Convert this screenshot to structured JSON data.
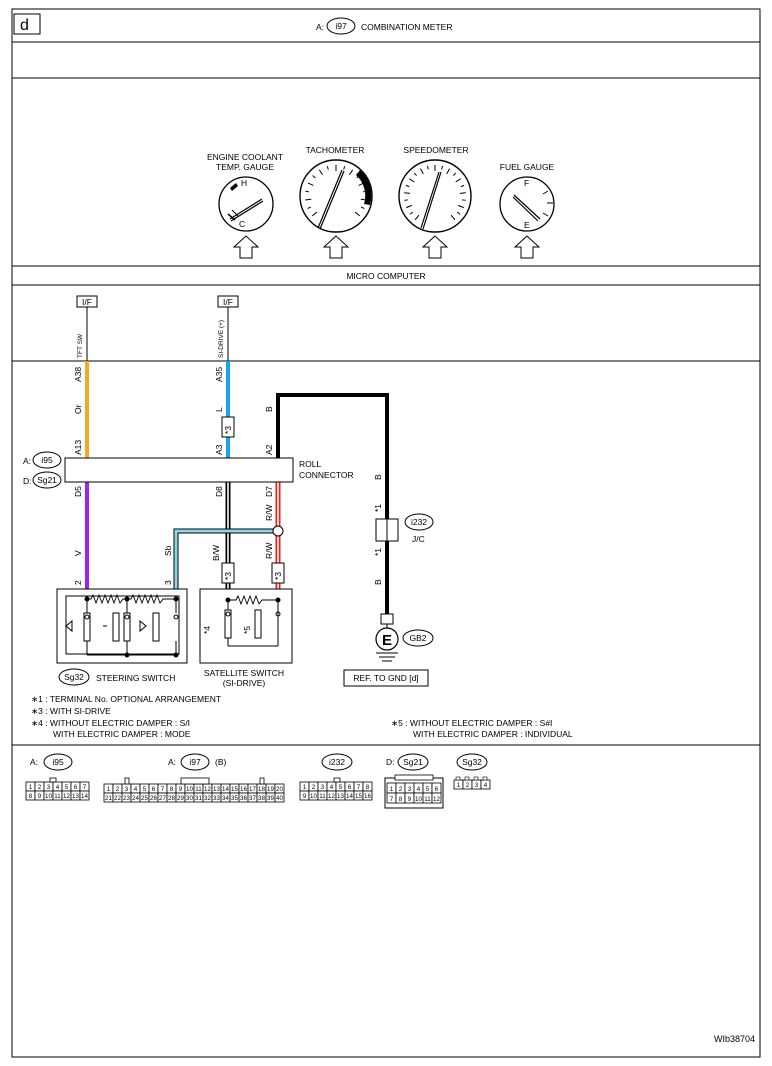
{
  "page": {
    "corner_label": "d",
    "header_prefix": "A:",
    "header_connector": "i97",
    "header_title": "COMBINATION METER",
    "footer_code": "WIb38704"
  },
  "gauges": {
    "coolant_label_1": "ENGINE COOLANT",
    "coolant_label_2": "TEMP. GAUGE",
    "coolant_h": "H",
    "coolant_c": "C",
    "tacho_label": "TACHOMETER",
    "speedo_label": "SPEEDOMETER",
    "fuel_label": "FUEL GAUGE",
    "fuel_f": "F",
    "fuel_e": "E"
  },
  "micro": {
    "label": "MICRO COMPUTER",
    "if_1": "I/F",
    "if_2": "I/F",
    "sig_1": "TFT SW",
    "sig_2": "SI-DRIVE (+)"
  },
  "wires": {
    "w1_top_pin": "A38",
    "w1_color": "Or",
    "w1_mid_pin": "A13",
    "w1_low_pin": "D5",
    "w1_low_color": "V",
    "w1_end_pin": "2",
    "w2_top_pin": "A35",
    "w2_color": "L",
    "w2_mark": "*3",
    "w2_mid_pin": "A3",
    "w2_low_pin": "D8",
    "w2_low_color": "B/W",
    "w2_low_mark": "*3",
    "sb_color": "Sb",
    "sb_pin": "3",
    "w3_color": "B",
    "w3_mid_pin": "A2",
    "w3_low_pin": "D7",
    "w3_low_color": "R/W",
    "w3_low_color2": "R/W",
    "w3_low_mark": "*3",
    "gnd_color_1": "B",
    "gnd_mark_1": "*1",
    "gnd_mark_2": "*1",
    "gnd_color_2": "B"
  },
  "roll": {
    "label_1": "ROLL",
    "label_2": "CONNECTOR",
    "a_prefix": "A:",
    "a_conn": "i95",
    "d_prefix": "D:",
    "d_conn": "Sg21"
  },
  "switches": {
    "steering_conn": "Sg32",
    "steering_label": "STEERING SWITCH",
    "satellite_label_1": "SATELLITE SWITCH",
    "satellite_label_2": "(SI-DRIVE)",
    "sat_mark_4": "*4",
    "sat_mark_5": "*5"
  },
  "jc": {
    "conn": "i232",
    "label": "J/C"
  },
  "ground": {
    "symbol": "E",
    "conn": "GB2",
    "ref_label": "REF. TO GND [d]"
  },
  "notes": {
    "n1": "∗1  : TERMINAL No. OPTIONAL ARRANGEMENT",
    "n3": "∗3  : WITH SI-DRIVE",
    "n4a": "∗4  : WITHOUT ELECTRIC DAMPER  : S/I",
    "n4b": "WITH ELECTRIC DAMPER  : MODE",
    "n5a": "∗5  : WITHOUT ELECTRIC DAMPER  : S#I",
    "n5b": "WITH ELECTRIC DAMPER  : INDIVIDUAL"
  },
  "connectors": {
    "c1_prefix": "A:",
    "c1_name": "i95",
    "c1_row1": [
      "1",
      "2",
      "3",
      "4",
      "5",
      "6",
      "7"
    ],
    "c1_row2": [
      "8",
      "9",
      "10",
      "11",
      "12",
      "13",
      "14"
    ],
    "c2_prefix": "A:",
    "c2_name": "i97",
    "c2_suffix": "(B)",
    "c2_row1": [
      "1",
      "2",
      "3",
      "4",
      "5",
      "6",
      "7",
      "8",
      "9",
      "10",
      "11",
      "12",
      "13",
      "14",
      "15",
      "16",
      "17",
      "18",
      "19",
      "20"
    ],
    "c2_row2": [
      "21",
      "22",
      "23",
      "24",
      "25",
      "26",
      "27",
      "28",
      "29",
      "30",
      "31",
      "32",
      "33",
      "34",
      "35",
      "36",
      "37",
      "38",
      "39",
      "40"
    ],
    "c3_name": "i232",
    "c3_row1": [
      "1",
      "2",
      "3",
      "4",
      "5",
      "6",
      "7",
      "8"
    ],
    "c3_row2": [
      "9",
      "10",
      "11",
      "12",
      "13",
      "14",
      "15",
      "16"
    ],
    "c4_prefix": "D:",
    "c4_name": "Sg21",
    "c4_row1": [
      "1",
      "2",
      "3",
      "4",
      "5",
      "6"
    ],
    "c4_row2": [
      "7",
      "8",
      "9",
      "10",
      "11",
      "12"
    ],
    "c5_name": "Sg32",
    "c5_row1": [
      "1",
      "2",
      "3",
      "4"
    ]
  },
  "colors": {
    "orange": "#f7a823",
    "blue": "#1aa3e8",
    "purple": "#a020f0",
    "red": "#e8201a",
    "sky": "#8cd8e8",
    "black": "#000000"
  }
}
